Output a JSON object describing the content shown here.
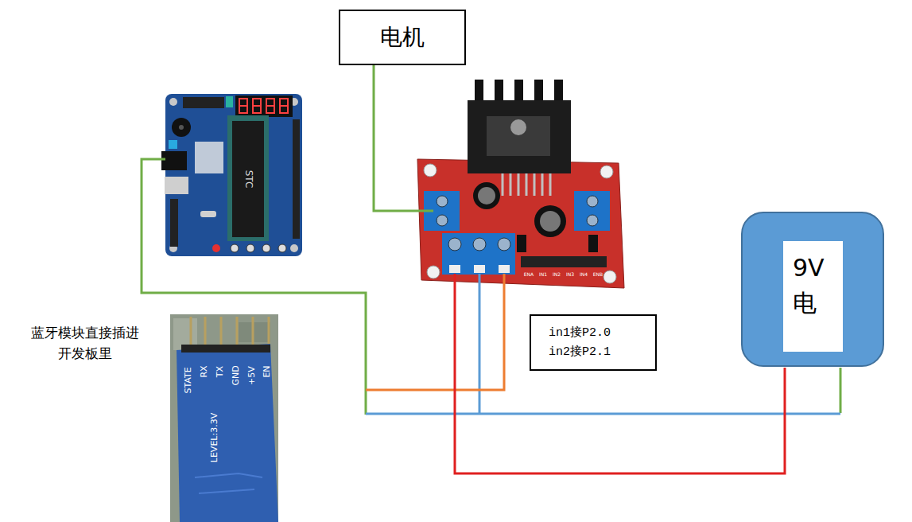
{
  "diagram": {
    "nodes": [
      {
        "text": [
          "电机"
        ]
      },
      {
        "text": [
          "in1接P2.0 in2接P2.1"
        ]
      },
      {
        "text": [
          "9V 电"
        ]
      }
    ],
    "labels": [
      "蓝牙模块直接插进 开发板里",
      "STATE",
      "RX",
      "TX",
      "GND",
      "+5V",
      "EN",
      "LEVEL:3.3V",
      "STC",
      "ENA",
      "IN1",
      "IN2",
      "IN3",
      "IN4",
      "ENB"
    ]
  }
}
